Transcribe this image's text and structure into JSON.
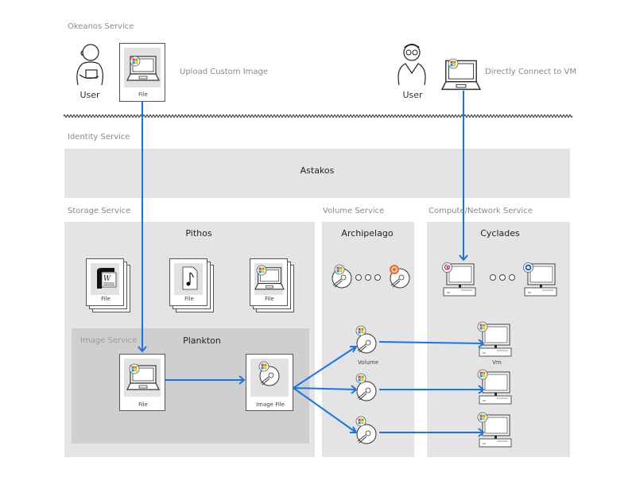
{
  "sections": {
    "okeanos": "Okeanos Service",
    "identity": "Identity Service",
    "storage": "Storage Service",
    "volume": "Volume Service",
    "compute": "Compute/Network Service",
    "image": "Image Service"
  },
  "components": {
    "astakos": "Astakos",
    "pithos": "Pithos",
    "archipelago": "Archipelago",
    "cyclades": "Cyclades",
    "plankton": "Plankton"
  },
  "top": {
    "user1_label": "User",
    "user1_file_caption": "File",
    "user1_action": "Upload Custom Image",
    "user2_label": "User",
    "user2_action": "Directly Connect to VM"
  },
  "pithos_files": [
    {
      "icon": "word-document",
      "caption": "File"
    },
    {
      "icon": "music-file",
      "caption": "File"
    },
    {
      "icon": "windows-laptop",
      "caption": "File"
    }
  ],
  "plankton": {
    "file_caption": "File",
    "image_caption": "Image File"
  },
  "volume": {
    "caption": "Volume"
  },
  "vm": {
    "caption": "Vm"
  },
  "os_icons": {
    "windows": "windows-logo",
    "ubuntu": "ubuntu-logo",
    "debian": "debian-logo",
    "fedora": "fedora-logo"
  },
  "colors": {
    "arrow": "#1a73e8",
    "panel": "#e4e4e4",
    "image_panel": "#cfcfcf",
    "ubuntu": "#f07030",
    "debian": "#d70a53",
    "fedora": "#2a6fc9"
  }
}
